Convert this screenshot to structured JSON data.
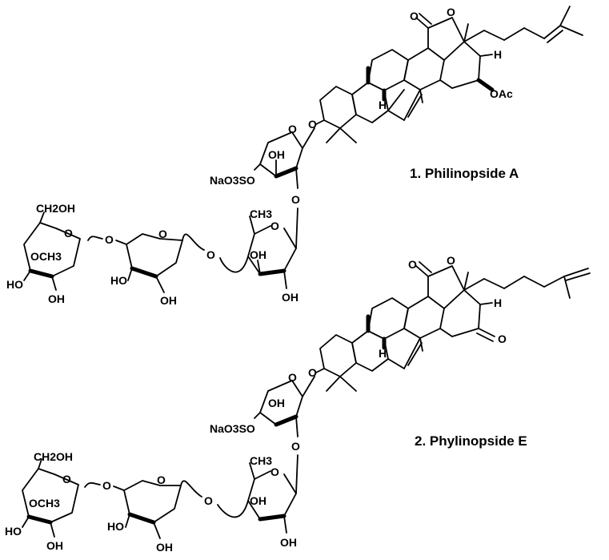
{
  "compounds": [
    {
      "caption": "1. Philinopside A",
      "substituent": "OAc",
      "sulfate": "NaO3SO"
    },
    {
      "caption": "2. Phylinopside E",
      "ketone": "O",
      "sulfate": "NaO3SO"
    }
  ],
  "labels": {
    "ring_o": "O",
    "lactone_o": "O",
    "linker_o": "O",
    "h": "H",
    "oh": "OH",
    "ho": "HO",
    "ch3": "CH3",
    "och3": "OCH3",
    "ch2oh": "CH2OH"
  }
}
